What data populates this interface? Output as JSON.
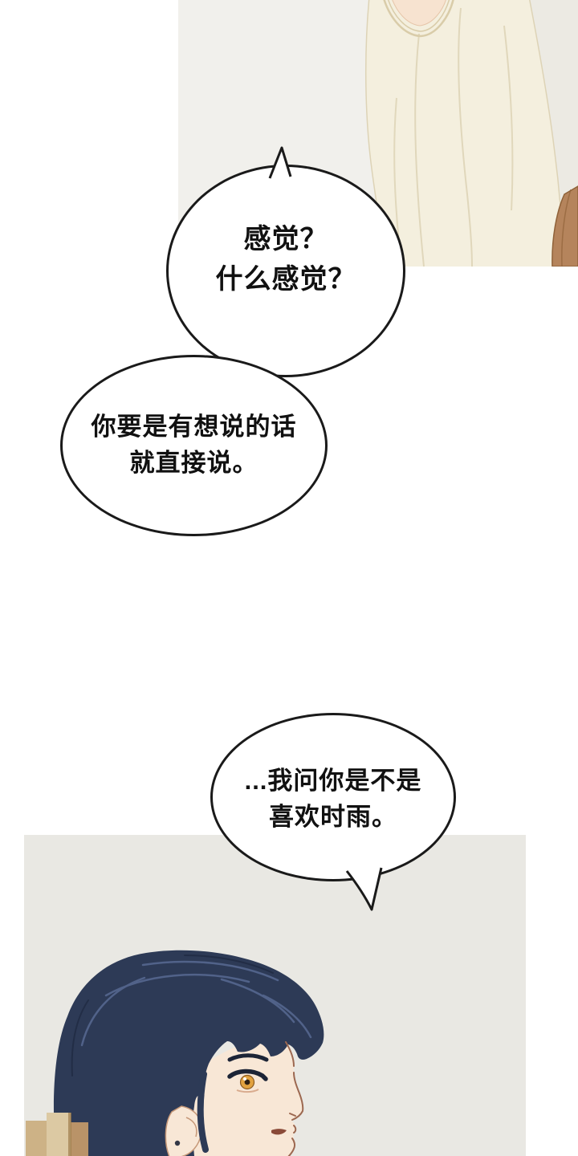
{
  "colors": {
    "page-bg": "#ffffff",
    "ink": "#1a1a1a",
    "text": "#111111",
    "wall": "#f1f0ec",
    "wall-shade": "#eceae3",
    "sweater": "#f4efde",
    "sweater-line": "#ddd3b6",
    "skin": "#f7e3d0",
    "collar-line": "#d9cca9",
    "chair": "#b5845c",
    "chair-line": "#8f6138",
    "panel2-bg": "#e9e8e3",
    "hair": "#2d3a56",
    "hair-light": "#55678f",
    "hair-dark": "#1f2a42",
    "face": "#f8e7d6",
    "face-line": "#9c6850",
    "ear-line": "#c69878",
    "iris": "#e2a23f",
    "pupil": "#2d1f12",
    "lash": "#1c2436",
    "mouth": "#8a4a38",
    "furniture-1": "#cdb286",
    "furniture-2": "#dcc9a3",
    "furniture-3": "#b99368"
  },
  "bubbles": [
    {
      "lines": [
        "感觉？",
        "什么感觉？"
      ]
    },
    {
      "lines": [
        "你要是有想说的话",
        "就直接说。"
      ]
    },
    {
      "lines": [
        "...我问你是不是",
        "喜欢时雨。"
      ]
    }
  ]
}
